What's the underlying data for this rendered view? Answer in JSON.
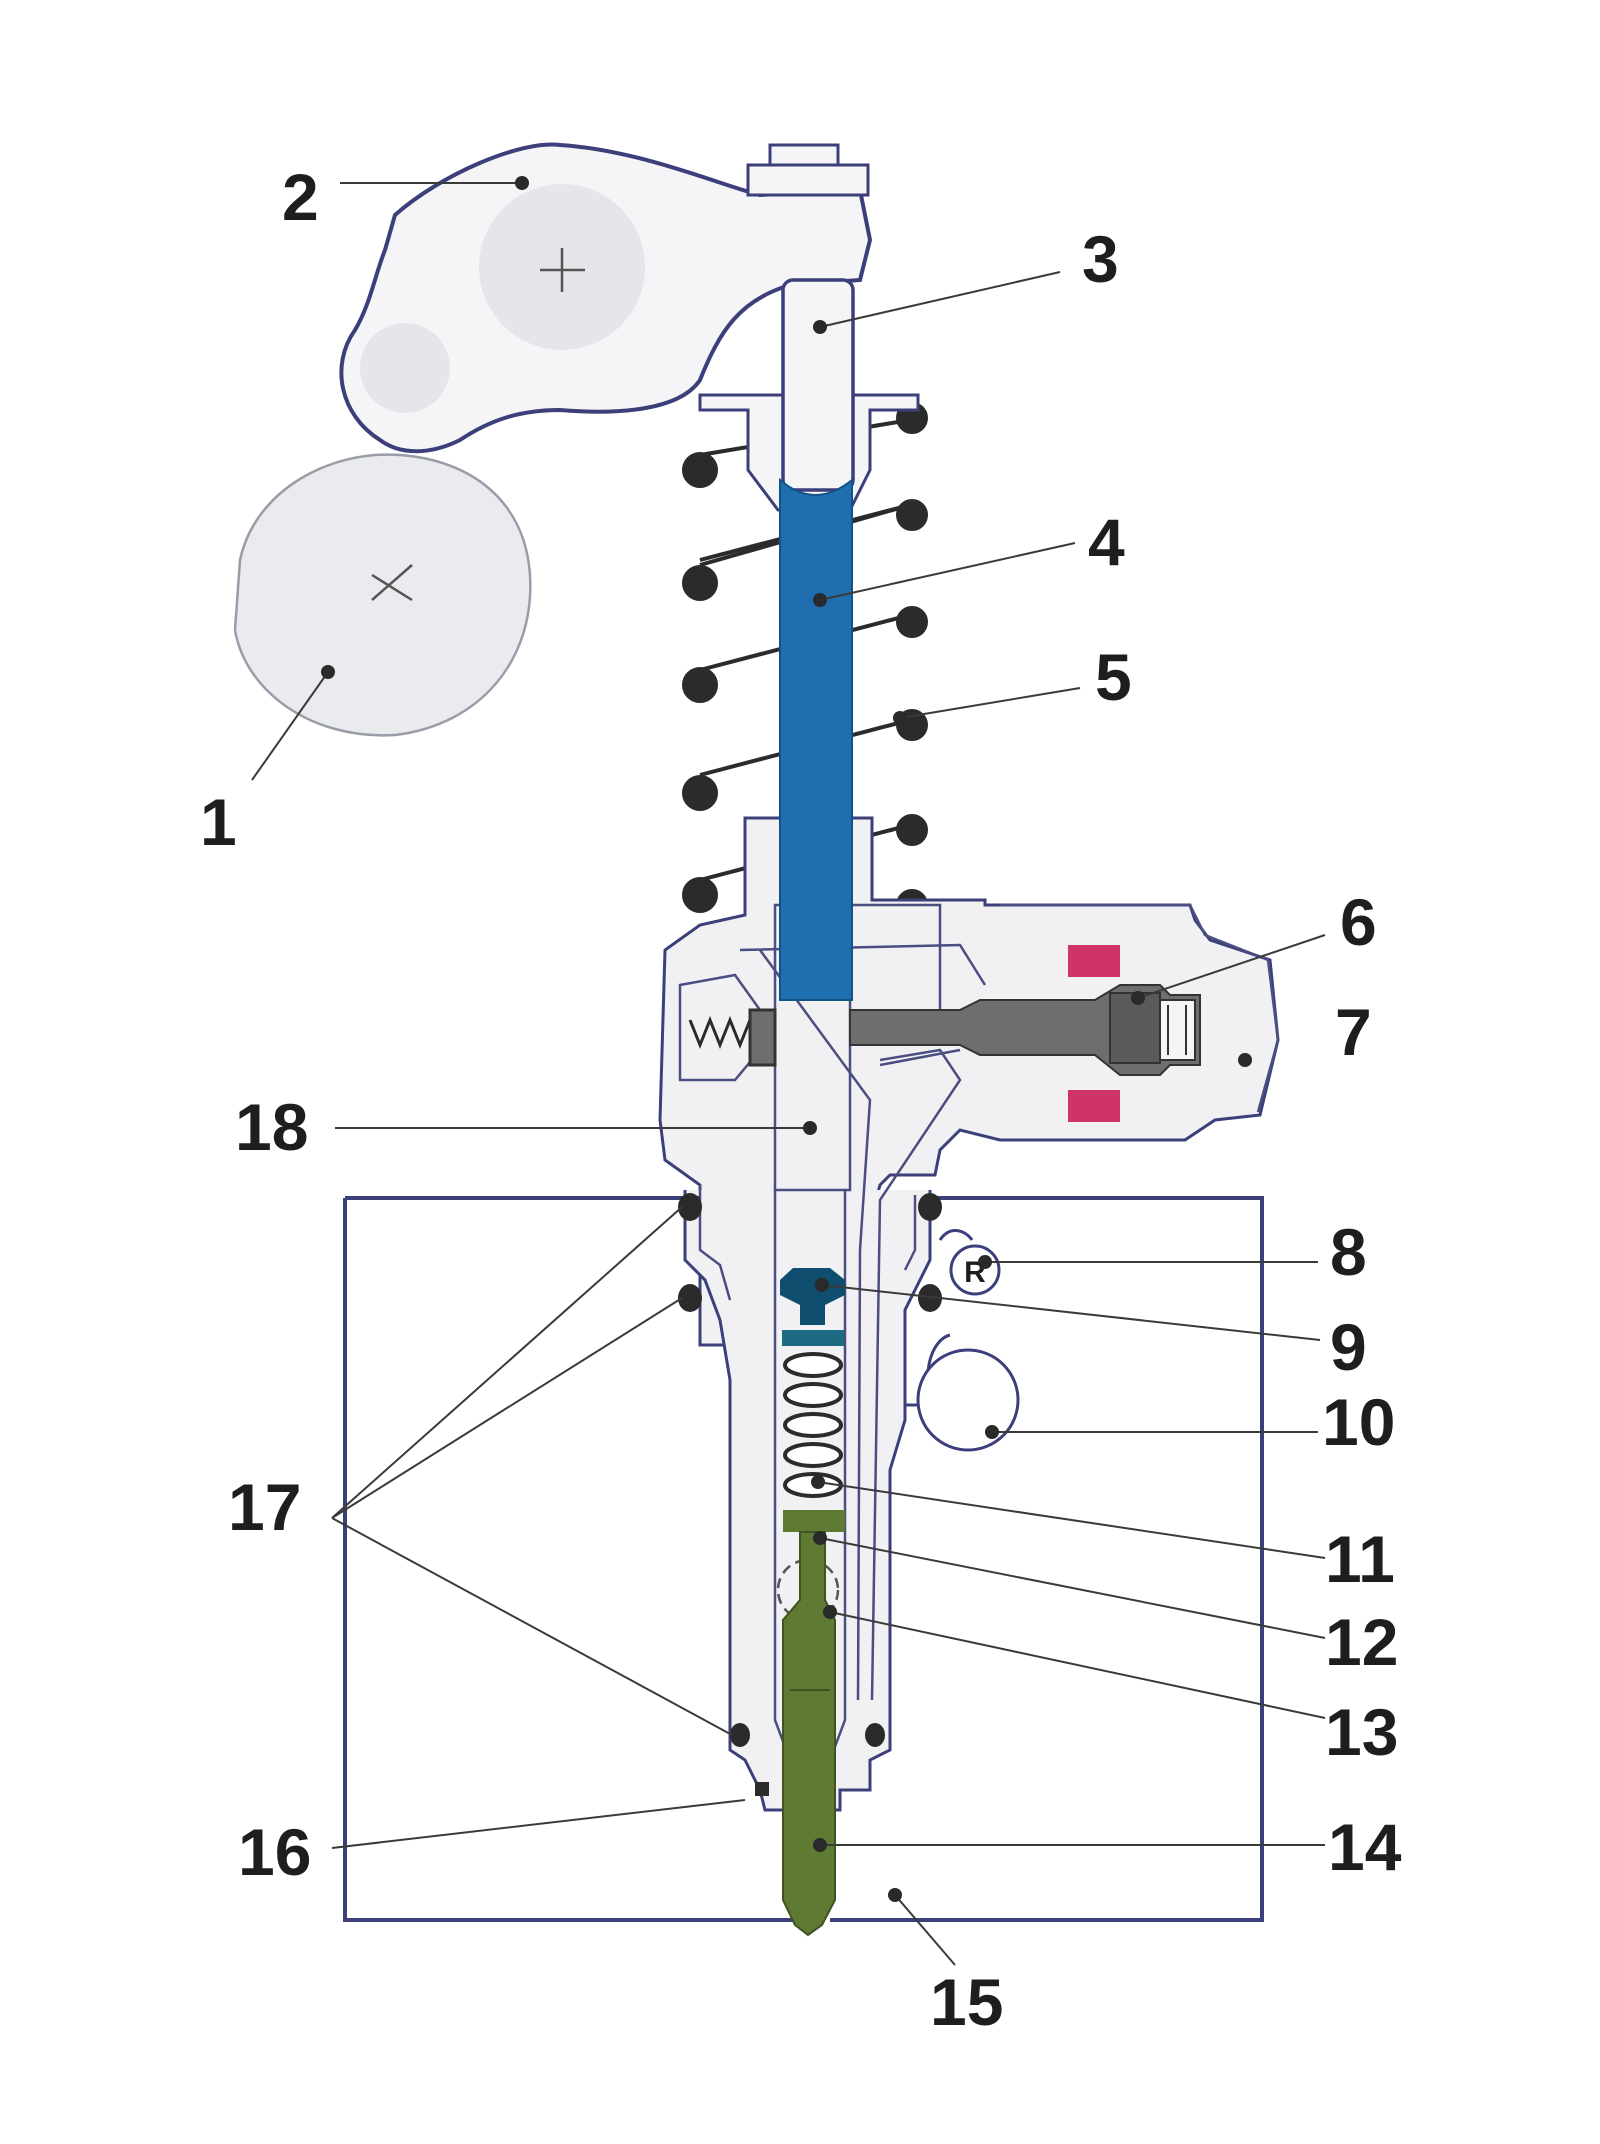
{
  "labels": {
    "l1": "1",
    "l2": "2",
    "l3": "3",
    "l4": "4",
    "l5": "5",
    "l6": "6",
    "l7": "7",
    "l8": "8",
    "l9": "9",
    "l10": "10",
    "l11": "11",
    "l12": "12",
    "l13": "13",
    "l14": "14",
    "l15": "15",
    "l16": "16",
    "l17": "17",
    "l18": "18"
  },
  "pressure_symbol": "R",
  "colors": {
    "plunger": "#1f6fb0",
    "plunger_dark": "#135487",
    "nozzle_needle": "#5f7a32",
    "nozzle_needle_dark": "#3f5420",
    "valve_body": "#6e6e6e",
    "solenoid_coil": "#d0336a",
    "outline": "#3b3f7a",
    "housing_fill": "#f1f1f3",
    "cam_fill": "#e9ebee",
    "spring": "#2b2b2b"
  }
}
